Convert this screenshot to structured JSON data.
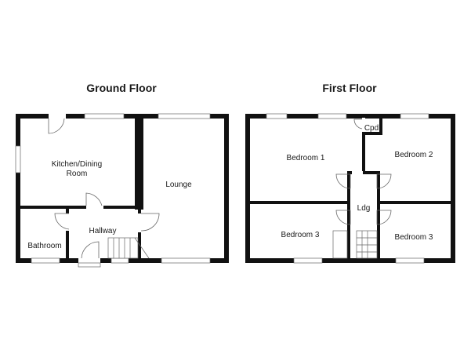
{
  "ground_floor": {
    "title": "Ground Floor",
    "rooms": {
      "kitchen_line1": "Kitchen/Dining",
      "kitchen_line2": "Room",
      "lounge": "Lounge",
      "hallway": "Hallway",
      "bathroom": "Bathroom"
    }
  },
  "first_floor": {
    "title": "First Floor",
    "rooms": {
      "bedroom1": "Bedroom 1",
      "bedroom2": "Bedroom 2",
      "bedroom3_left": "Bedroom 3",
      "bedroom3_right": "Bedroom 3",
      "landing": "Ldg",
      "cupboard": "Cpd"
    }
  }
}
